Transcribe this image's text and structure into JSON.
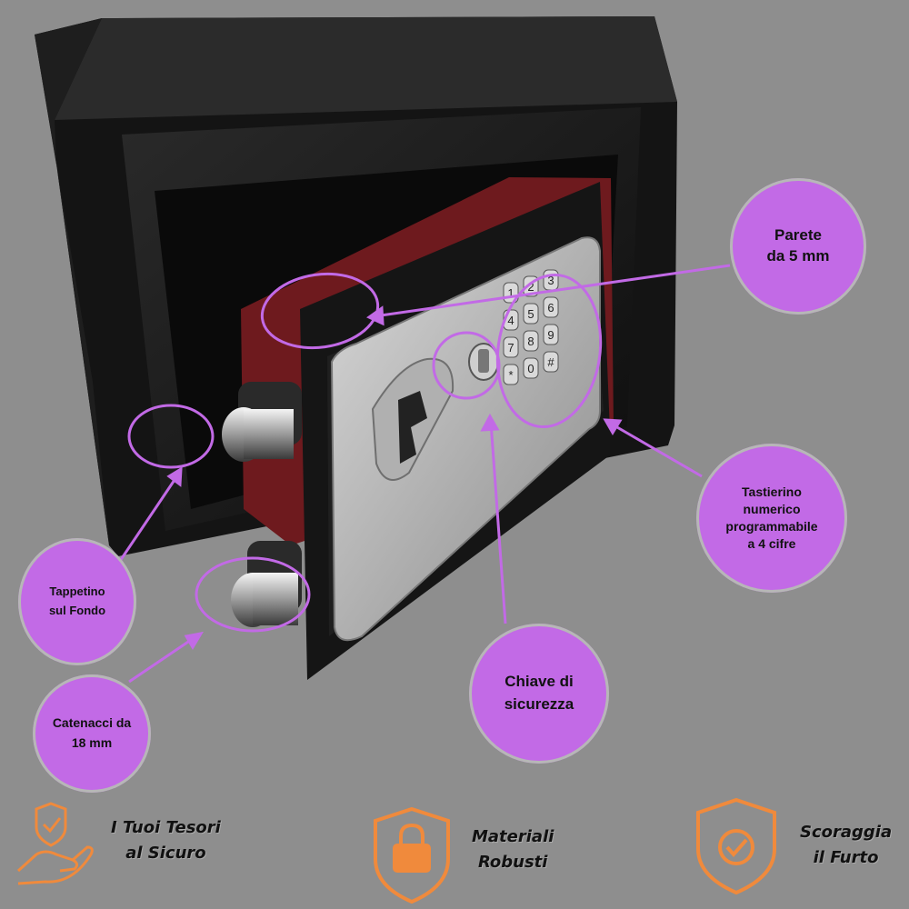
{
  "callouts": {
    "parete": "Parete\nda 5 mm",
    "tastierino": "Tastierino\nnumerico\nprogrammabile\na 4 cifre",
    "chiave": "Chiave di\nsicurezza",
    "tappetino": "Tappetino\nsul Fondo",
    "catenacci": "Catenacci da\n18 mm"
  },
  "features": [
    {
      "icon": "hand-shield-icon",
      "label": "I Tuoi Tesori\nal Sicuro"
    },
    {
      "icon": "padlock-shield-icon",
      "label": "Materiali\nRobusti"
    },
    {
      "icon": "check-shield-icon",
      "label": "Scoraggia\nil Furto"
    }
  ],
  "colors": {
    "background": "#8e8e8e",
    "callout": "#c26ae6",
    "icon_orange": "#f08a3c",
    "safe_body": "#1c1c1c",
    "door_red": "#7a1e22",
    "panel_silver": "#b9b9b9"
  },
  "keypad": {
    "keys": [
      "1",
      "2",
      "3",
      "4",
      "5",
      "6",
      "7",
      "8",
      "9",
      "*",
      "0",
      "#"
    ]
  }
}
